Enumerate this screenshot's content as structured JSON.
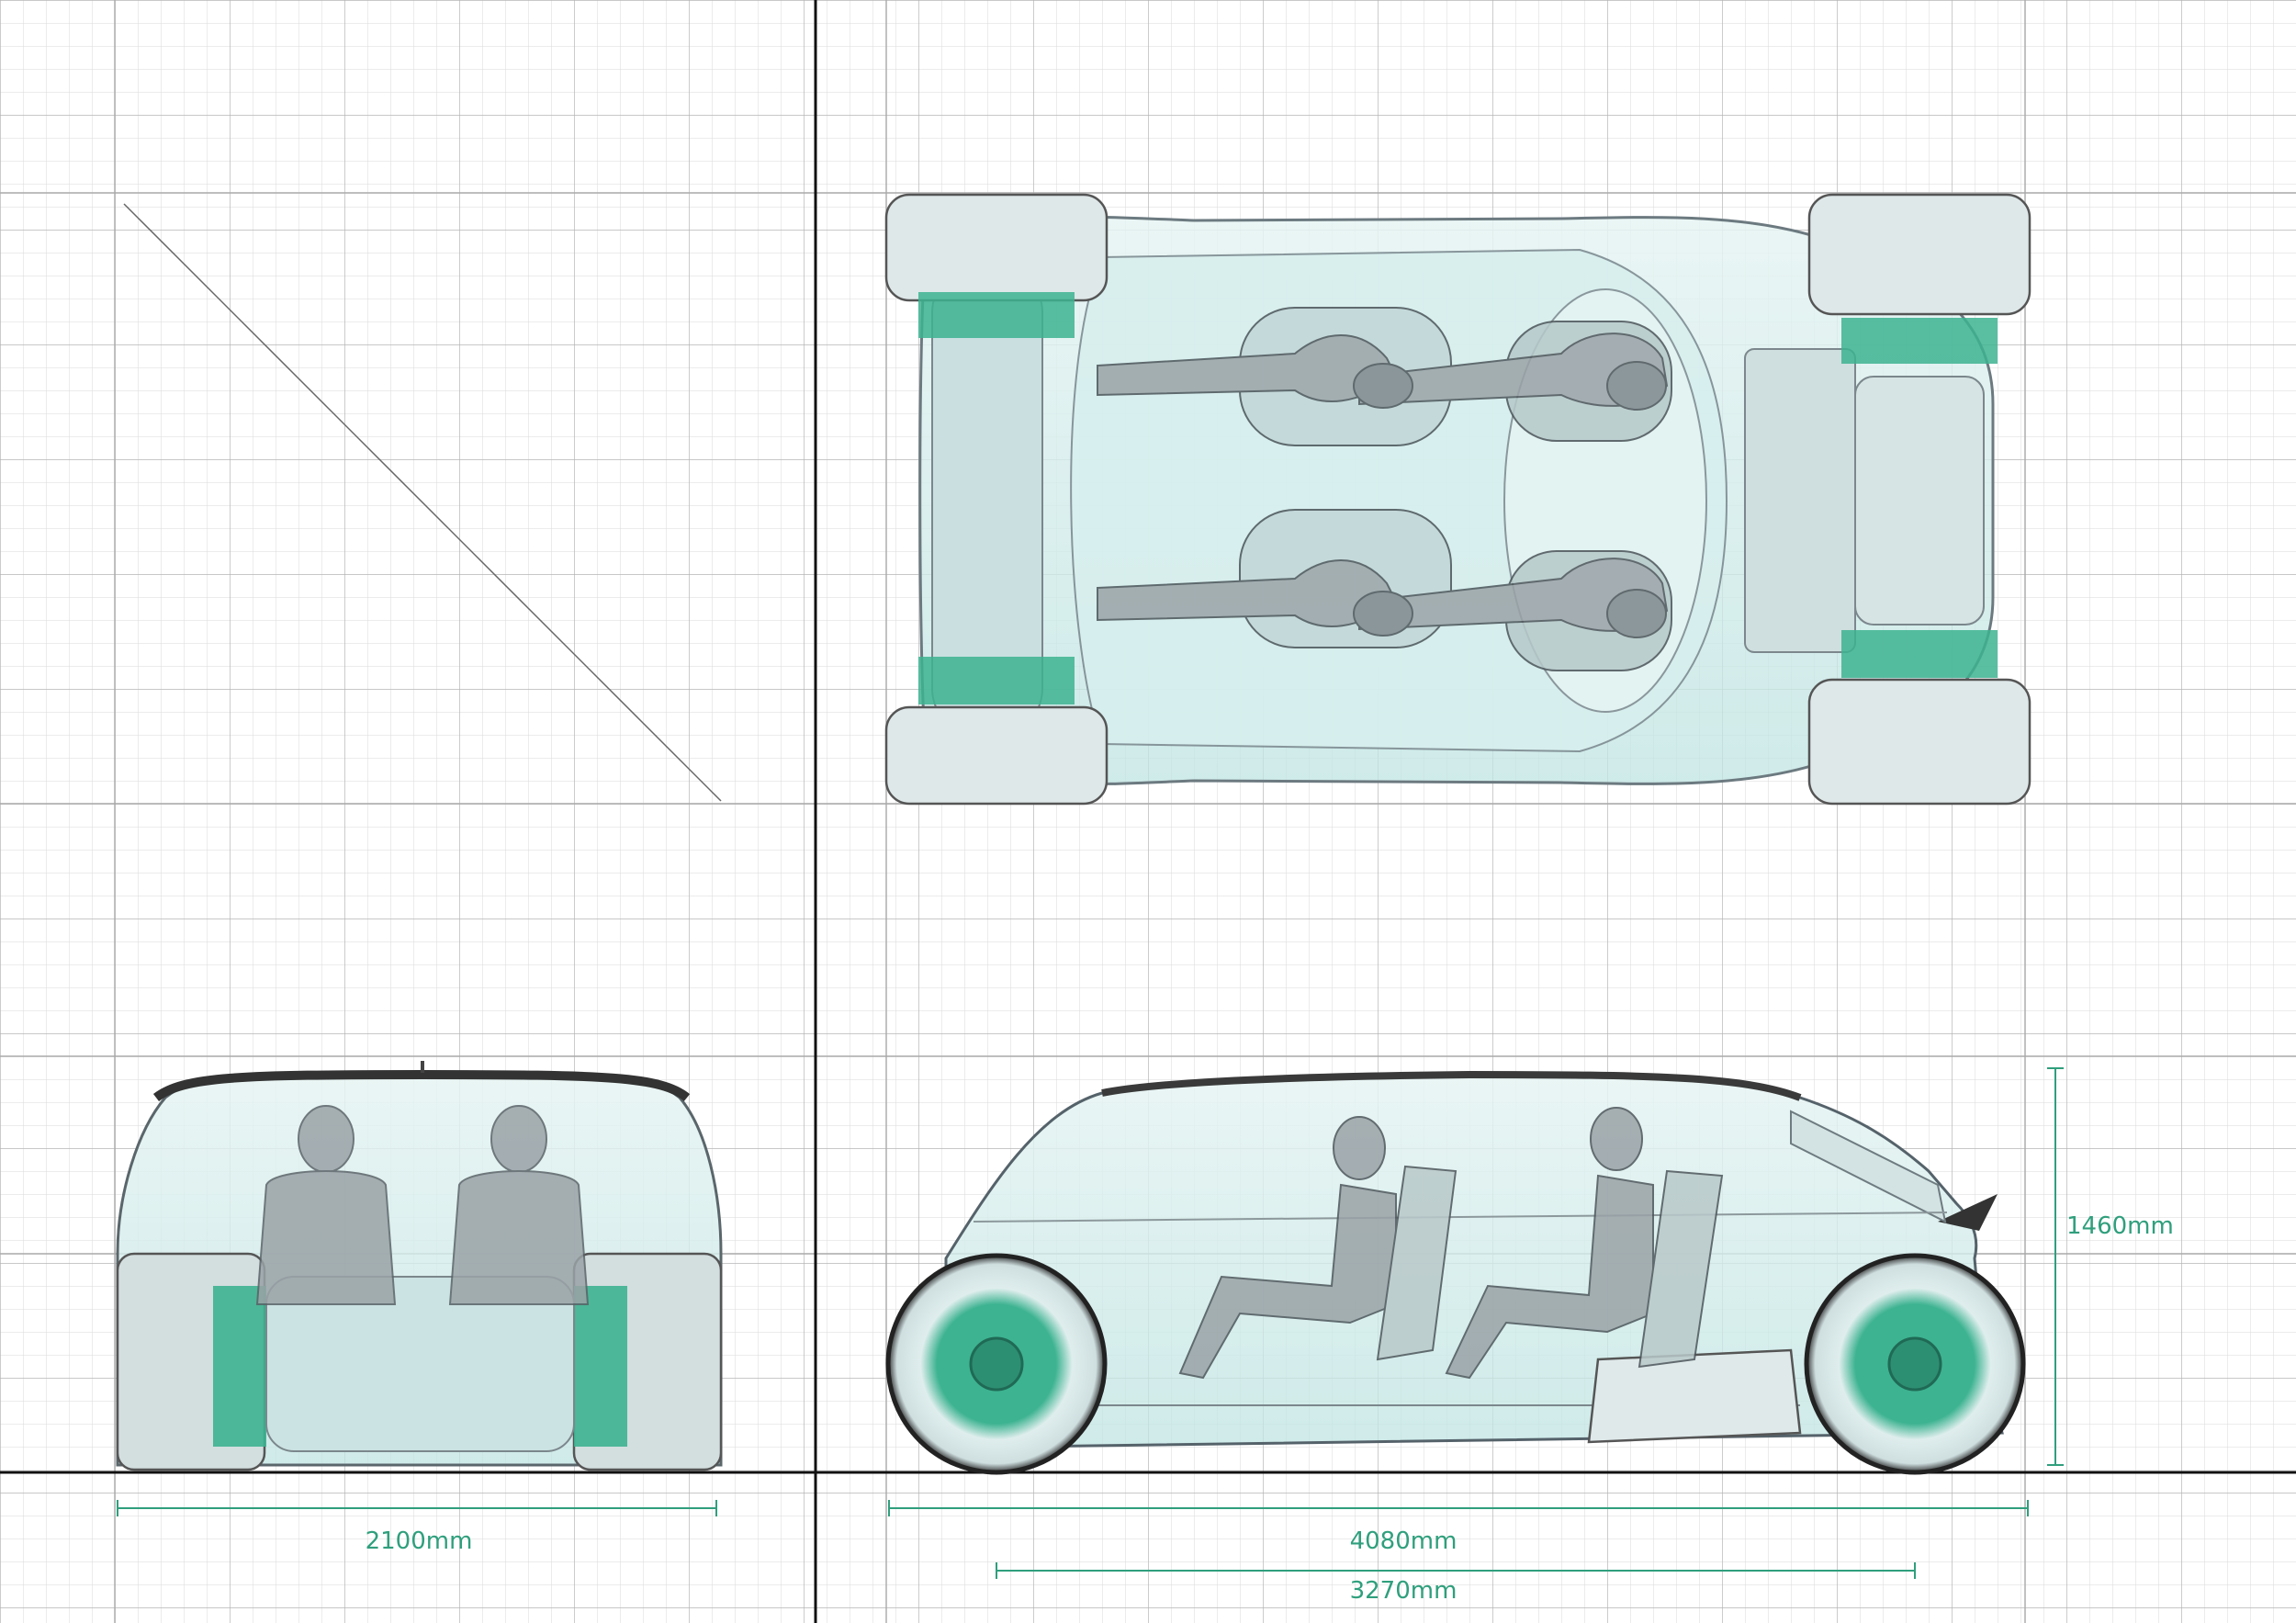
{
  "colors": {
    "grid_minor": "#d6d6d6",
    "grid_major": "#a9a9a9",
    "axis": "#111111",
    "dimension": "#2f9f7c",
    "body_fill": "#cfeae8",
    "body_stroke": "#6c7a80",
    "wheel_accent": "#3db391",
    "occupant": "#8a9196"
  },
  "dimensions": {
    "width": "2100mm",
    "length": "4080mm",
    "wheelbase": "3270mm",
    "height": "1460mm"
  }
}
